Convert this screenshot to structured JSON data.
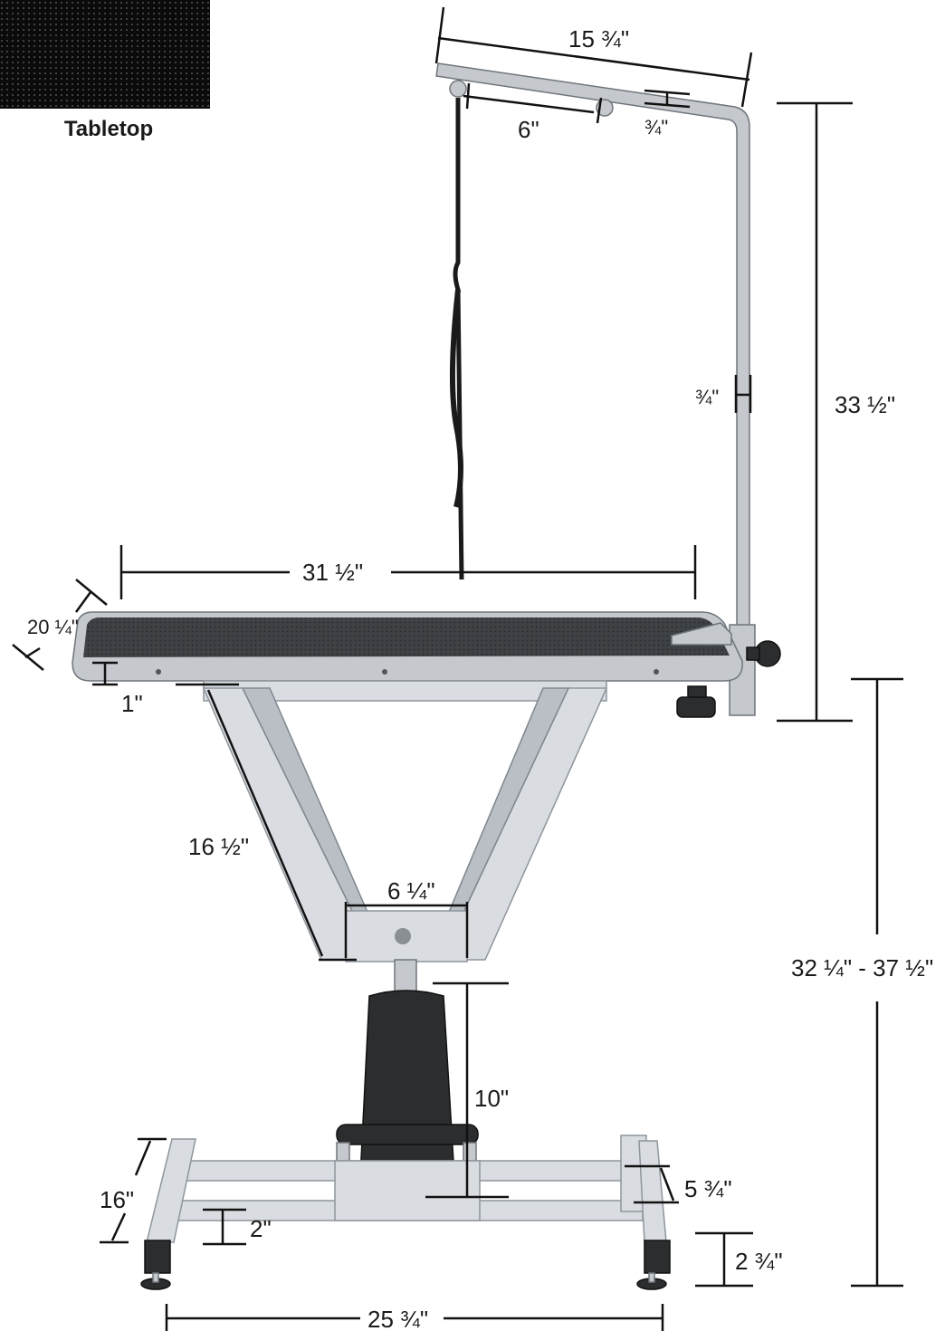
{
  "swatch": {
    "label": "Tabletop",
    "color": "#0b0b0b"
  },
  "dimensions": {
    "arm_length": "15 ¾\"",
    "hook_spacing": "6\"",
    "arm_tube_top": "¾\"",
    "arm_tube_side": "¾\"",
    "arm_height": "33 ½\"",
    "table_length": "31 ½\"",
    "table_depth": "20 ¼\"",
    "table_edge": "1\"",
    "leg_length": "16 ½\"",
    "frame_bottom": "6 ¼\"",
    "table_height": "32 ¼\" - 37 ½\"",
    "pump_height": "10\"",
    "base_depth": "16\"",
    "crossbar_spacing": "5 ¾\"",
    "crossbar_height": "2\"",
    "foot_height": "2 ¾\"",
    "base_width": "25 ¾\""
  },
  "colors": {
    "tabletop": "#3e4245",
    "frame": "#d9dde1",
    "chrome": "#c5c9cd",
    "pump": "#2b2d2f"
  }
}
